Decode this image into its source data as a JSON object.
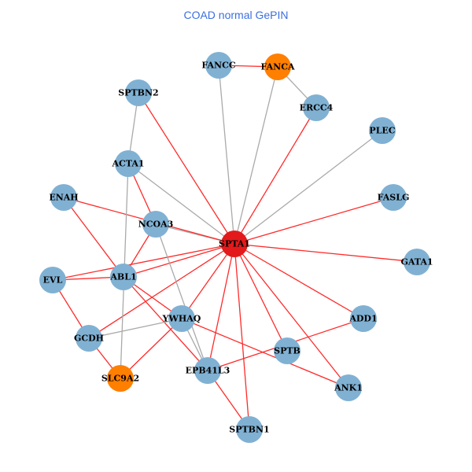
{
  "title": "COAD normal GePIN",
  "colors": {
    "hub": "#e31a1c",
    "normal": "#80b1d3",
    "highlight": "#ff7f00",
    "edge_red": "#ff2a2a",
    "edge_gray": "#aaaaaa"
  },
  "nodes": [
    {
      "id": "SPTA1",
      "type": "hub"
    },
    {
      "id": "FANCC",
      "type": "normal"
    },
    {
      "id": "FANCA",
      "type": "highlight"
    },
    {
      "id": "ERCC4",
      "type": "normal"
    },
    {
      "id": "PLEC",
      "type": "normal"
    },
    {
      "id": "FASLG",
      "type": "normal"
    },
    {
      "id": "GATA1",
      "type": "normal"
    },
    {
      "id": "ADD1",
      "type": "normal"
    },
    {
      "id": "ANK1",
      "type": "normal"
    },
    {
      "id": "SPTB",
      "type": "normal"
    },
    {
      "id": "SPTBN1",
      "type": "normal"
    },
    {
      "id": "EPB41L3",
      "type": "normal"
    },
    {
      "id": "YWHAQ",
      "type": "normal"
    },
    {
      "id": "SLC9A2",
      "type": "highlight"
    },
    {
      "id": "GCDH",
      "type": "normal"
    },
    {
      "id": "EVL",
      "type": "normal"
    },
    {
      "id": "ABL1",
      "type": "normal"
    },
    {
      "id": "ENAH",
      "type": "normal"
    },
    {
      "id": "NCOA3",
      "type": "normal"
    },
    {
      "id": "ACTA1",
      "type": "normal"
    },
    {
      "id": "SPTBN2",
      "type": "normal"
    }
  ],
  "edges": [
    [
      "FANCC",
      "FANCA",
      "red"
    ],
    [
      "FANCA",
      "ERCC4",
      "gray"
    ],
    [
      "FANCC",
      "SPTA1",
      "gray"
    ],
    [
      "FANCA",
      "SPTA1",
      "gray"
    ],
    [
      "ERCC4",
      "SPTA1",
      "red"
    ],
    [
      "PLEC",
      "SPTA1",
      "gray"
    ],
    [
      "FASLG",
      "SPTA1",
      "red"
    ],
    [
      "GATA1",
      "SPTA1",
      "red"
    ],
    [
      "ADD1",
      "SPTA1",
      "red"
    ],
    [
      "ANK1",
      "SPTA1",
      "red"
    ],
    [
      "SPTB",
      "SPTA1",
      "red"
    ],
    [
      "SPTBN1",
      "SPTA1",
      "red"
    ],
    [
      "EPB41L3",
      "SPTA1",
      "red"
    ],
    [
      "YWHAQ",
      "SPTA1",
      "red"
    ],
    [
      "GCDH",
      "SPTA1",
      "red"
    ],
    [
      "EVL",
      "SPTA1",
      "red"
    ],
    [
      "ABL1",
      "SPTA1",
      "red"
    ],
    [
      "NCOA3",
      "SPTA1",
      "gray"
    ],
    [
      "ENAH",
      "SPTA1",
      "red"
    ],
    [
      "ACTA1",
      "SPTA1",
      "gray"
    ],
    [
      "SPTBN2",
      "SPTA1",
      "red"
    ],
    [
      "SPTBN2",
      "ACTA1",
      "gray"
    ],
    [
      "ACTA1",
      "NCOA3",
      "red"
    ],
    [
      "ACTA1",
      "SLC9A2",
      "gray"
    ],
    [
      "ENAH",
      "ABL1",
      "red"
    ],
    [
      "NCOA3",
      "ABL1",
      "red"
    ],
    [
      "NCOA3",
      "EPB41L3",
      "gray"
    ],
    [
      "EVL",
      "ABL1",
      "red"
    ],
    [
      "EVL",
      "GCDH",
      "red"
    ],
    [
      "ABL1",
      "YWHAQ",
      "red"
    ],
    [
      "ABL1",
      "EPB41L3",
      "red"
    ],
    [
      "GCDH",
      "YWHAQ",
      "gray"
    ],
    [
      "GCDH",
      "SLC9A2",
      "red"
    ],
    [
      "SLC9A2",
      "YWHAQ",
      "red"
    ],
    [
      "YWHAQ",
      "ANK1",
      "red"
    ],
    [
      "YWHAQ",
      "EPB41L3",
      "gray"
    ],
    [
      "EPB41L3",
      "ADD1",
      "red"
    ],
    [
      "SPTBN1",
      "EPB41L3",
      "red"
    ]
  ]
}
